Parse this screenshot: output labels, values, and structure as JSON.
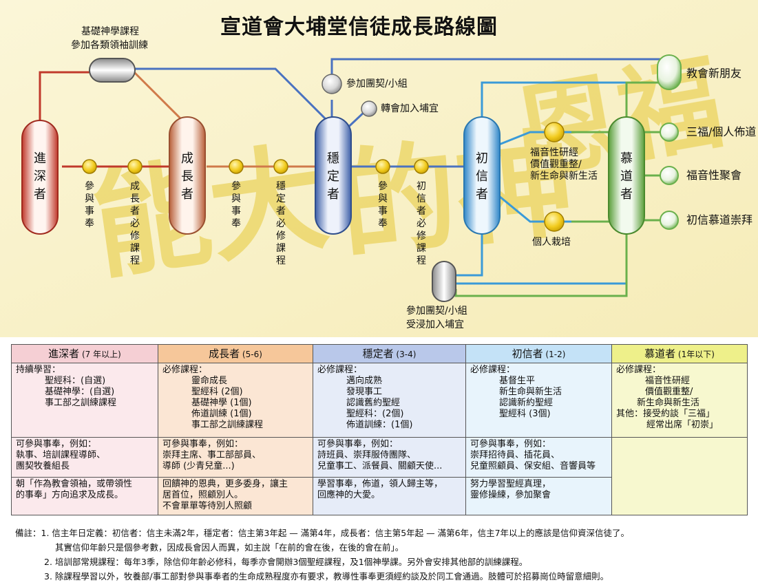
{
  "title": "宣道會大埔堂信徒成長路線圖",
  "background_text": "能大的神恩福",
  "colors": {
    "red": "#c0392b",
    "orange": "#d07a4a",
    "blue": "#4a72c0",
    "cyan": "#3a9ad8",
    "green": "#6ab04c",
    "gold": "#f4d02a",
    "grey": "#9a9a9a",
    "navy": "#3d5fa8"
  },
  "labels": {
    "top_course": [
      "基礎神學課程",
      "參加各類領袖訓練"
    ],
    "join_group": "參加團契/小組",
    "transfer": "轉會加入埔宜",
    "bottom_box": [
      "參加團契/小組",
      "受浸加入埔宜"
    ],
    "new_friends": "教會新朋友",
    "sanfu": "三福/個人佈道",
    "gospel_meeting": "福音性聚會",
    "beginner_worship": "初信慕道崇拜",
    "gospel_study": [
      "福音性研經",
      "價值觀重整/",
      "新生命與新生活"
    ],
    "personal_care": "個人栽培",
    "serve1": "參與事奉",
    "required1": "成長者必修課程",
    "serve2": "參與事奉",
    "required2": "穩定者必修課程",
    "serve3": "參與事奉",
    "required3": "初信者必修課程"
  },
  "pills": {
    "deep": "進深者",
    "growing": "成長者",
    "stable": "穩定者",
    "new": "初信者",
    "seeker": "慕道者"
  },
  "table": {
    "headers": [
      {
        "name": "進深者",
        "sub": " (7 年以上)"
      },
      {
        "name": "成長者",
        "sub": " (5-6)"
      },
      {
        "name": "穩定者",
        "sub": " (3-4)"
      },
      {
        "name": "初信者",
        "sub": " (1-2)"
      },
      {
        "name": "慕道者",
        "sub": " (1年以下)"
      }
    ],
    "courses": [
      {
        "title": "持續學習：",
        "items": [
          "聖經科：(自選)",
          "基礎神學：(自選)",
          "事工部之訓練課程"
        ]
      },
      {
        "title": "必修課程：",
        "items": [
          "靈命成長",
          "聖經科 (2個)",
          "基礎神學 (1個)",
          "佈道訓練 (1個)",
          "事工部之訓練課程"
        ]
      },
      {
        "title": "必修課程：",
        "items": [
          "邁向成熟",
          "發現事工",
          "認識舊約聖經",
          "聖經科：(2個)",
          "佈道訓練：(1個)"
        ]
      },
      {
        "title": "必修課程：",
        "items": [
          "基督生平",
          "新生命與新生活",
          "認識新約聖經",
          "聖經科 (3個)"
        ]
      },
      {
        "title": "必修課程：",
        "items": [
          "福音性研經",
          "價值觀重整/",
          "新生命與新生活"
        ],
        "other": "其他：接受約談「三福」",
        "other2": "經常出席「初崇」"
      }
    ],
    "service": [
      [
        "可參與事奉，例如：",
        "執事、培訓課程導師、",
        "團契牧養組長"
      ],
      [
        "可參與事奉，例如：",
        "崇拜主席、事工部部員、",
        "導師 (少青兒童...)"
      ],
      [
        "可參與事奉，例如：",
        "詩班員、崇拜服侍團隊、",
        "兒童事工、派餐員、關顧天使..."
      ],
      [
        "可參與事奉，例如：",
        "崇拜招待員、插花員、",
        "兒童照顧員、保安組、音響員等"
      ]
    ],
    "goals": [
      [
        "朝「作為教會領袖，或帶領性",
        "的事奉」方向追求及成長。"
      ],
      [
        "回饋神的恩典，更多委身，讓主",
        "居首位，照顧別人。",
        "不會單單等待別人照顧"
      ],
      [
        "學習事奉，佈道，領人歸主等，",
        "回應神的大愛。"
      ],
      [
        "努力學習聖經真理，",
        "靈修操練，參加聚會"
      ]
    ]
  },
  "notes": {
    "label": "備註：",
    "n1a": "1. 信主年日定義：初信者：信主未滿2年，穩定者：信主第3年起 — 滿第4年，成長者：信主第5年起 — 滿第6年，信主7年以上的應該是信仰資深信徒了。",
    "n1b": "其實信仰年齡只是個參考數，因成長會因人而異，如主說「在前的會在後，在後的會在前」。",
    "n2": "2. 培訓部常規課程：每年3季，除信仰年齡必修科，每季亦會開辦3個聖經課程，及1個神學課。另外會安排其他部的訓練課程。",
    "n3": "3. 除課程學習以外，牧養部/事工部對參與事奉者的生命成熟程度亦有要求，教導性事奉更須經約談及於同工會通過。肢體可於招募崗位時留意細則。"
  }
}
